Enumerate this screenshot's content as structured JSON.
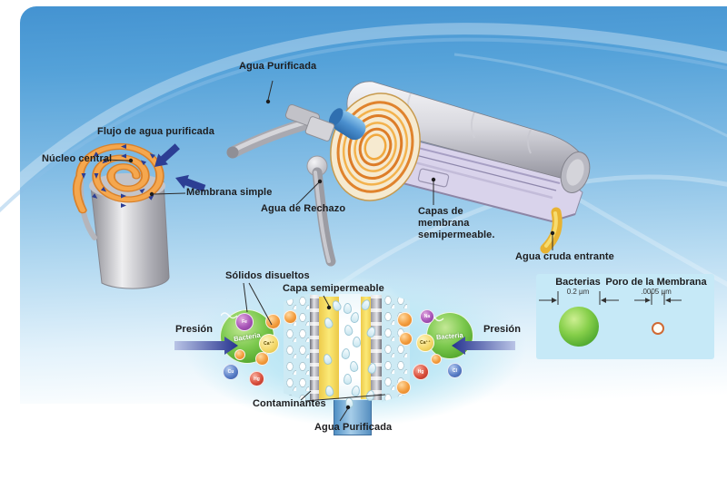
{
  "labels": {
    "agua_purificada_top": "Agua Purificada",
    "flujo_agua_purificada": "Flujo de agua purificada",
    "nucleo_central": "Núcleo central",
    "membrana_simple": "Membrana simple",
    "agua_de_rechazo": "Agua de Rechazo",
    "capas_de_membrana": "Capas de membrana semipermeable.",
    "agua_cruda_entrante": "Agua cruda entrante",
    "solidos_disueltos": "Sólidos disueltos",
    "capa_semipermeable": "Capa semipermeable",
    "presion_izquierda": "Presión",
    "presion_derecha": "Presión",
    "contaminantes": "Contaminantes",
    "agua_purificada_inferior": "Agua Purificada"
  },
  "cross_section": {
    "bacteria_izquierda": "Bacteria",
    "bacteria_derecha": "Bacteria",
    "iones": {
      "fe": "Fe",
      "ca_izq": "Ca⁺⁺",
      "cu": "Cu",
      "hg_izq": "Hg",
      "na": "Na",
      "ca_der": "Ca⁺⁺",
      "hg_der": "Hg",
      "cl": "Cl"
    }
  },
  "legend": {
    "bacterias_titulo": "Bacterias",
    "bacterias_tamano": "0.2 µm",
    "poro_titulo": "Poro de la Membrana",
    "poro_tamano": ".0005 µm"
  },
  "colors": {
    "fondo_azul": "#4493d1",
    "naranja_membrana": "#f09a3b",
    "amarillo_capa": "#f7df5e",
    "azul_flecha": "#26338f",
    "verde_bacteria": "#6abf45",
    "azul_tubo": "#6aaede",
    "celeste_panel": "#c6e9f7"
  }
}
